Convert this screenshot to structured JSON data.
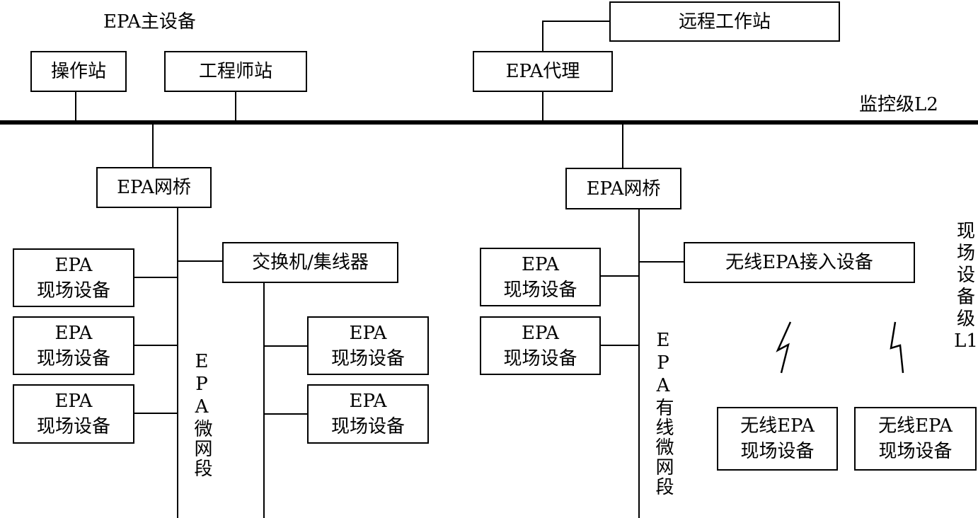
{
  "labels": {
    "main_equipment": "EPA主设备",
    "supervisory_level": "监控级L2",
    "micro_segment": "EPA微网段",
    "wired_micro_segment": "EPA有线微网段",
    "field_level": "现\n场\n设\n备\n级\nL1"
  },
  "boxes": {
    "operator_station": "操作站",
    "engineer_station": "工程师站",
    "remote_workstation": "远程工作站",
    "epa_proxy": "EPA代理",
    "bridge_left": "EPA网桥",
    "bridge_right": "EPA网桥",
    "switch_hub": "交换机/集线器",
    "wireless_access": "无线EPA接入设备",
    "field_device": "EPA\n现场设备",
    "wireless_field_device": "无线EPA\n现场设备"
  }
}
